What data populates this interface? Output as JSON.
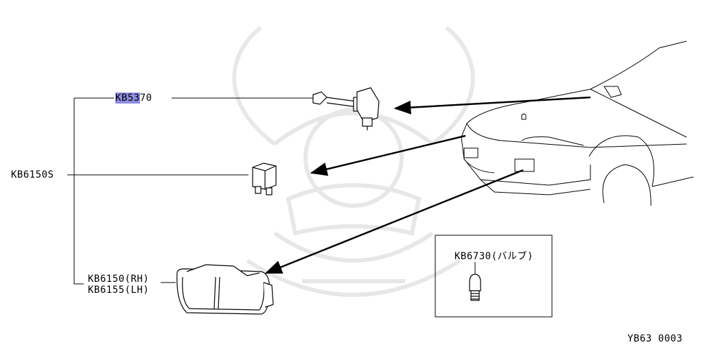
{
  "labels": {
    "kb5370_hl": "KB53",
    "kb5370_rest": "70",
    "kb6150s": "KB6150S",
    "kb6150_rh": "KB6150(RH)",
    "kb6155_lh": "KB6155(LH)",
    "kb6730": "KB6730(バルブ)",
    "figure_code": "YB63 0003"
  },
  "colors": {
    "highlight": "#8c8ce0",
    "line": "#000000",
    "watermark": "#b0b0b0"
  },
  "icons": {
    "watermark": "samurai-helmet-watermark"
  }
}
